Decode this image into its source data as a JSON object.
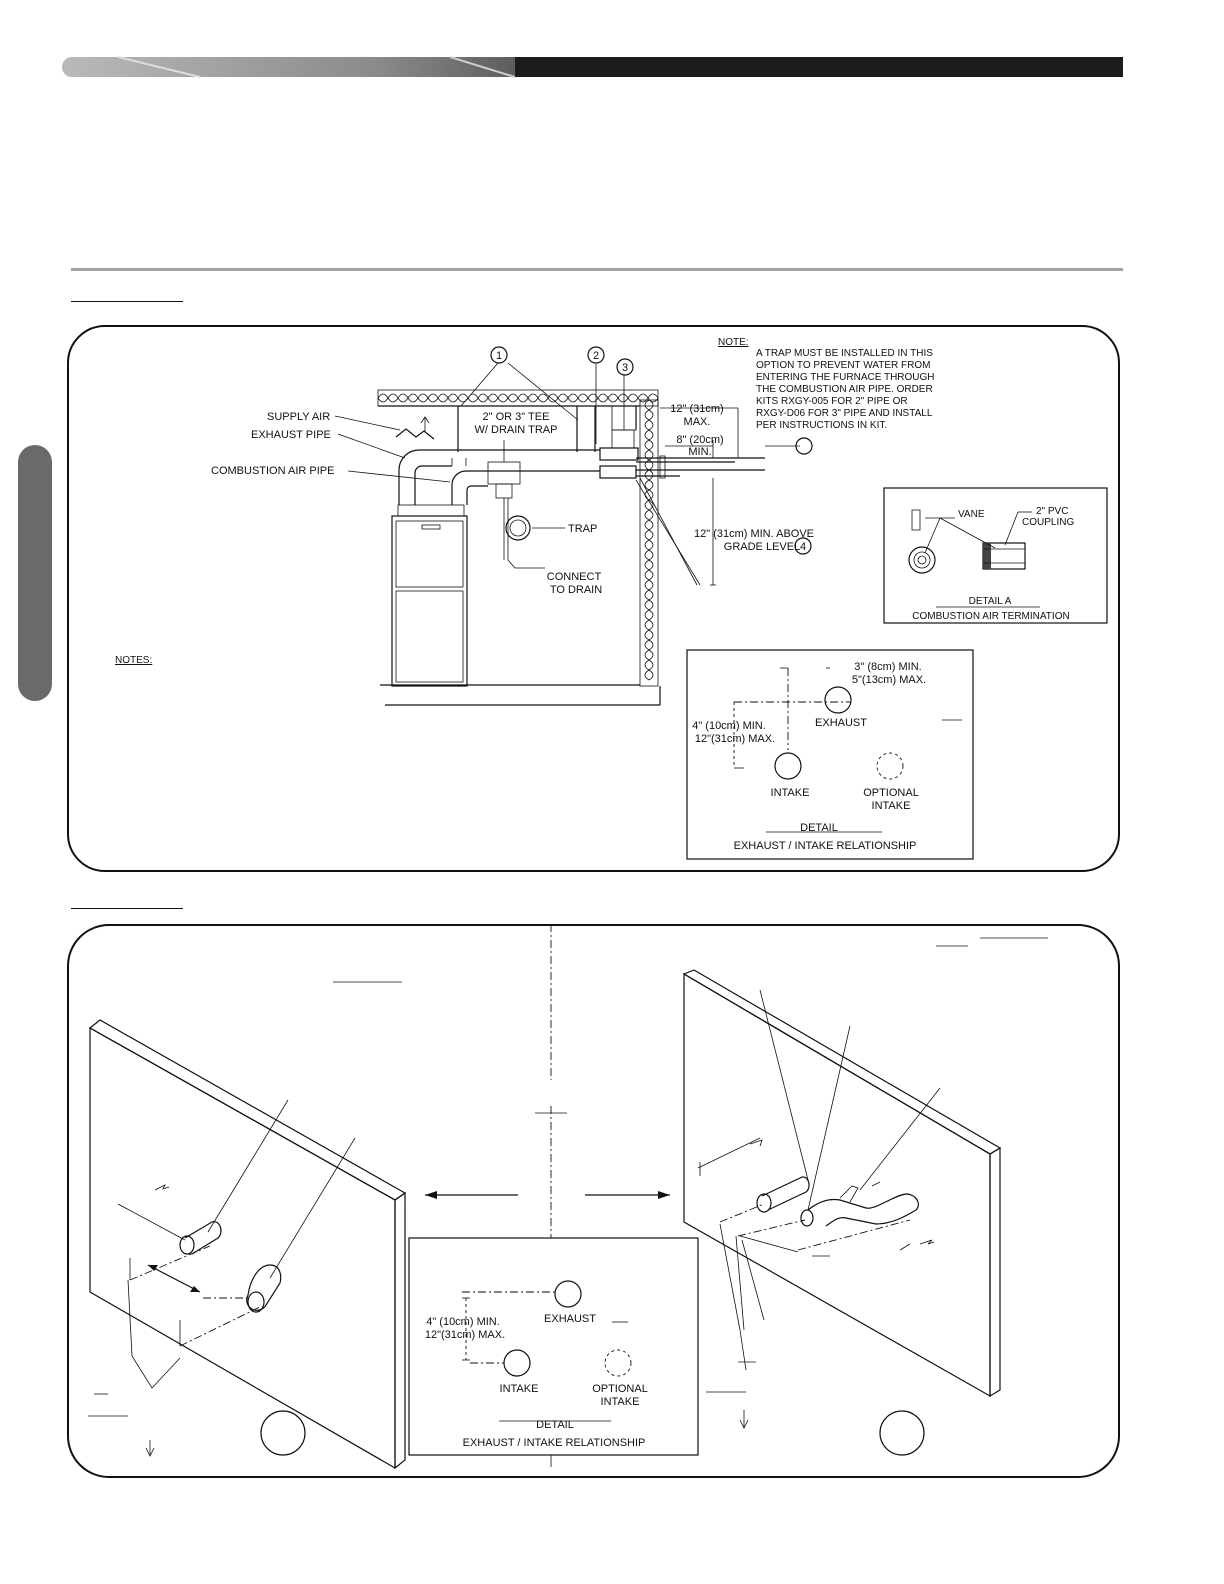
{
  "fig1": {
    "markers": [
      "1",
      "2",
      "3",
      "4"
    ],
    "labels": {
      "supply_air": "SUPPLY AIR",
      "exhaust_pipe": "EXHAUST PIPE",
      "combustion_air_pipe": "COMBUSTION AIR PIPE",
      "tee_line1": "2\" OR 3\" TEE",
      "tee_line2": "W/ DRAIN TRAP",
      "trap": "TRAP",
      "connect_line1": "CONNECT",
      "connect_line2": "TO DRAIN",
      "max12_line1": "12\" (31cm)",
      "max12_line2": "MAX.",
      "min8_line1": "8\" (20cm)",
      "min8_line2": "MIN.",
      "grade_line1": "12\" (31cm) MIN. ABOVE",
      "grade_line2": "GRADE LEVEL",
      "notes": "NOTES:"
    },
    "note": {
      "heading": "NOTE:",
      "lines": [
        "A TRAP MUST BE INSTALLED IN THIS",
        "OPTION TO PREVENT WATER FROM",
        "ENTERING THE FURNACE THROUGH",
        "THE COMBUSTION AIR PIPE. ORDER",
        "KITS RXGY-005 FOR 2\" PIPE OR",
        "RXGY-D06 FOR 3\" PIPE AND INSTALL",
        "PER INSTRUCTIONS IN KIT."
      ]
    },
    "detail_a": {
      "vane": "VANE",
      "coupling_line1": "2\" PVC",
      "coupling_line2": "COUPLING",
      "title": "DETAIL A",
      "subtitle": "COMBUSTION AIR TERMINATION"
    },
    "relationship": {
      "spacing_line1": "3\" (8cm) MIN.",
      "spacing_line2": "5\"(13cm) MAX.",
      "exhaust": "EXHAUST",
      "vertical_line1": "4\" (10cm) MIN.",
      "vertical_line2": "12\"(31cm) MAX.",
      "intake": "INTAKE",
      "optional_line1": "OPTIONAL",
      "optional_line2": "INTAKE",
      "title": "DETAIL",
      "subtitle": "EXHAUST / INTAKE RELATIONSHIP"
    }
  },
  "fig2": {
    "relationship": {
      "exhaust": "EXHAUST",
      "vertical_line1": "4\" (10cm) MIN.",
      "vertical_line2": "12\"(31cm) MAX.",
      "intake": "INTAKE",
      "optional_line1": "OPTIONAL",
      "optional_line2": "INTAKE",
      "title": "DETAIL",
      "subtitle": "EXHAUST / INTAKE RELATIONSHIP"
    }
  }
}
